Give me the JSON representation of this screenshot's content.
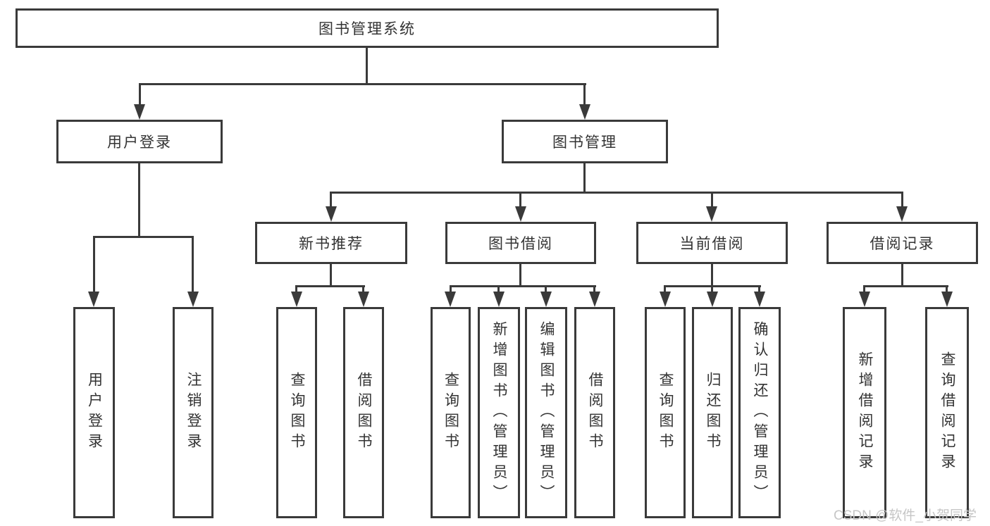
{
  "diagram_title": "图书管理系统",
  "tree": {
    "root": {
      "label": "图书管理系统"
    },
    "branches": [
      {
        "label": "用户登录",
        "leaves": [
          {
            "label": "用户登录"
          },
          {
            "label": "注销登录"
          }
        ]
      },
      {
        "label": "图书管理",
        "groups": [
          {
            "label": "新书推荐",
            "leaves": [
              {
                "label": "查询图书"
              },
              {
                "label": "借阅图书"
              }
            ]
          },
          {
            "label": "图书借阅",
            "leaves": [
              {
                "label": "查询图书"
              },
              {
                "label": "新增图书（管理员）"
              },
              {
                "label": "编辑图书（管理员）"
              },
              {
                "label": "借阅图书"
              }
            ]
          },
          {
            "label": "当前借阅",
            "leaves": [
              {
                "label": "查询图书"
              },
              {
                "label": "归还图书"
              },
              {
                "label": "确认归还（管理员）"
              }
            ]
          },
          {
            "label": "借阅记录",
            "leaves": [
              {
                "label": "新增借阅记录"
              },
              {
                "label": "查询借阅记录"
              }
            ]
          }
        ]
      }
    ]
  },
  "watermark": {
    "text": "CSDN @软件_小贺同学"
  },
  "colors": {
    "line": "#3a3a3a",
    "text": "#333333",
    "background": "#ffffff",
    "watermark": "#c6c6c6"
  }
}
